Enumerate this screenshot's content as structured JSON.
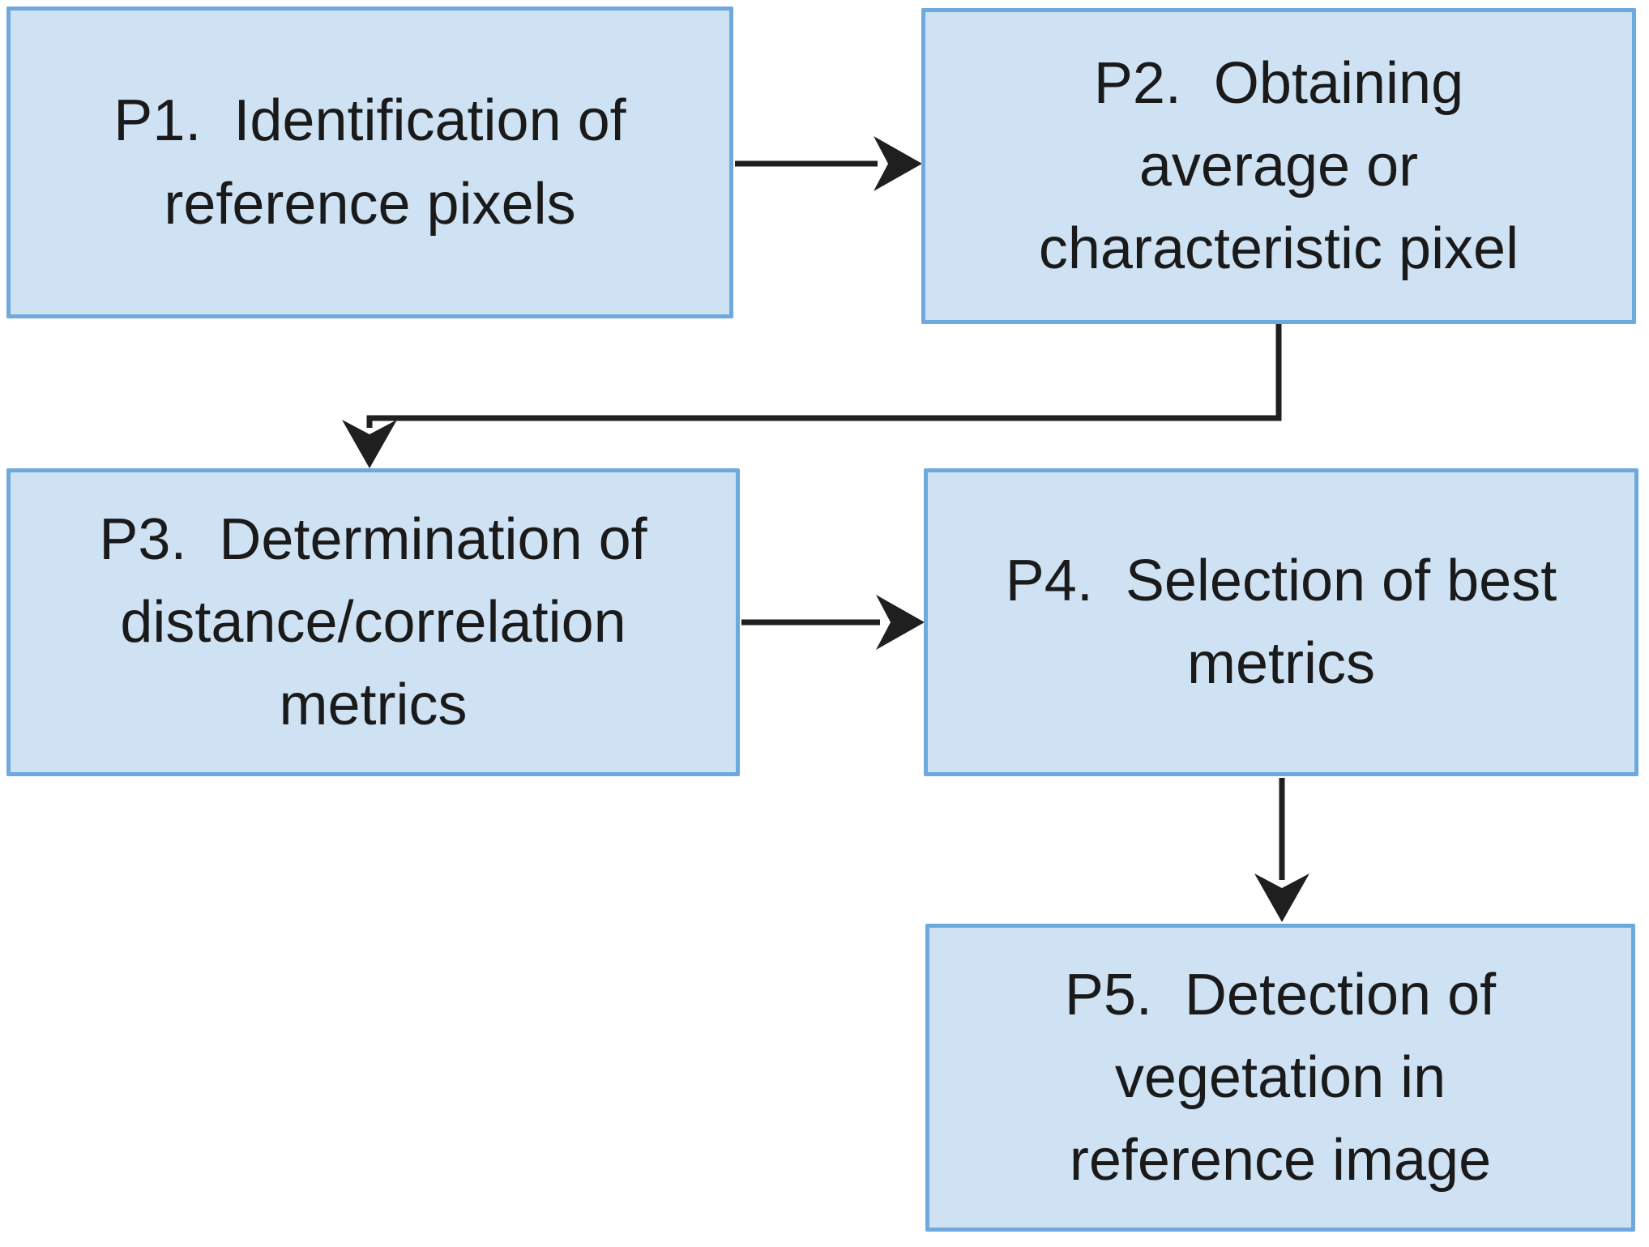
{
  "figure": {
    "type": "flowchart",
    "description": "Five-step process pipeline for vegetation detection",
    "colors": {
      "page_bg": "#ffffff",
      "box_fill": "#cfe2f3",
      "box_border": "#6fa8dc",
      "arrow_color": "#1f1f1f",
      "text_color": "#1a1a1a"
    },
    "nodes": [
      {
        "id": "P1",
        "label": "P1.  Identification of\nreference pixels"
      },
      {
        "id": "P2",
        "label": "P2.  Obtaining\naverage or\ncharacteristic pixel"
      },
      {
        "id": "P3",
        "label": "P3.  Determination of\ndistance/correlation\nmetrics"
      },
      {
        "id": "P4",
        "label": "P4.  Selection of best\nmetrics"
      },
      {
        "id": "P5",
        "label": "P5.  Detection of\nvegetation in\nreference image"
      }
    ],
    "edges": [
      {
        "from": "P1",
        "to": "P2",
        "shape": "straight-right"
      },
      {
        "from": "P2",
        "to": "P3",
        "shape": "elbow-down-left-down"
      },
      {
        "from": "P3",
        "to": "P4",
        "shape": "straight-right"
      },
      {
        "from": "P4",
        "to": "P5",
        "shape": "straight-down"
      }
    ]
  }
}
